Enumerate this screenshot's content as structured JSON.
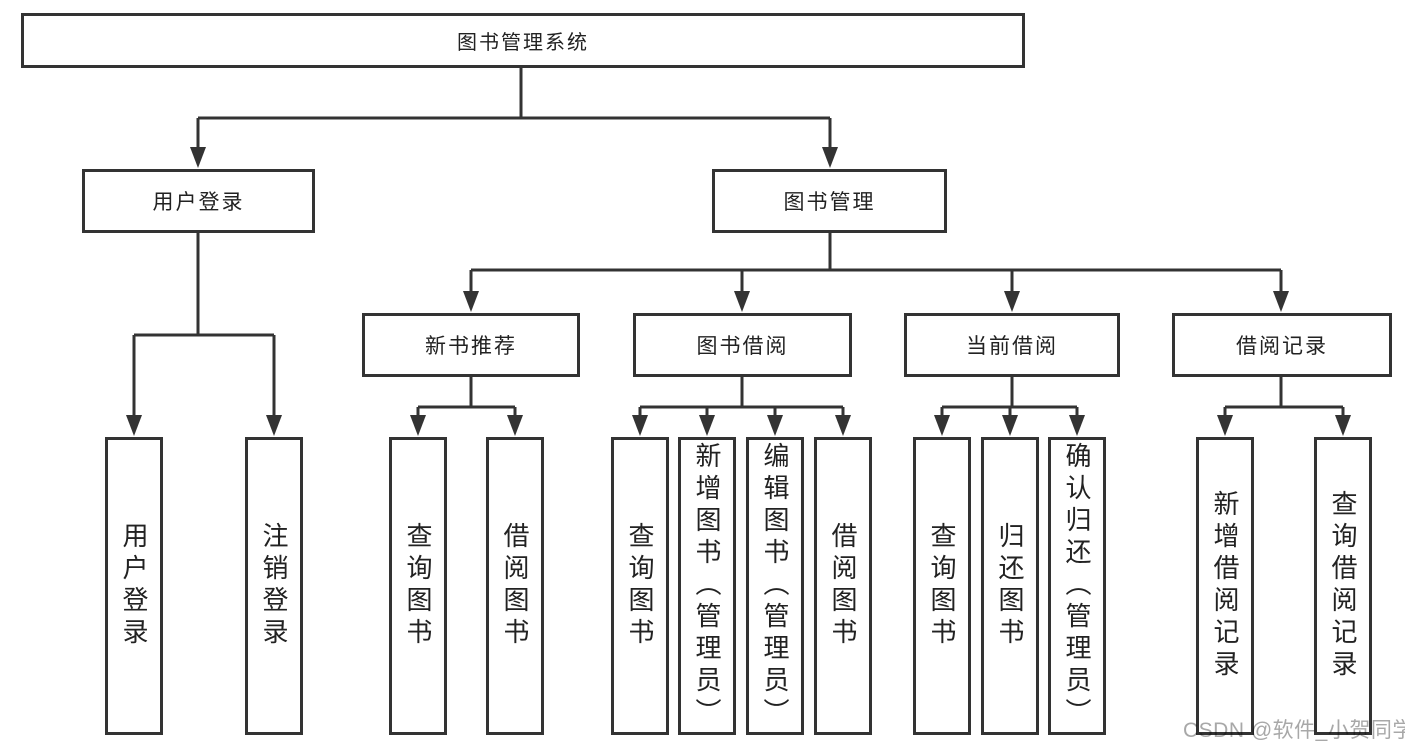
{
  "tree": {
    "root": {
      "label": "图书管理系统"
    },
    "branches": [
      {
        "label": "用户登录",
        "children": [
          {
            "label": "用户登录"
          },
          {
            "label": "注销登录"
          }
        ]
      },
      {
        "label": "图书管理",
        "children": [
          {
            "label": "新书推荐",
            "children": [
              {
                "label": "查询图书"
              },
              {
                "label": "借阅图书"
              }
            ]
          },
          {
            "label": "图书借阅",
            "children": [
              {
                "label": "查询图书"
              },
              {
                "label": "新增图书（管理员）"
              },
              {
                "label": "编辑图书（管理员）"
              },
              {
                "label": "借阅图书"
              }
            ]
          },
          {
            "label": "当前借阅",
            "children": [
              {
                "label": "查询图书"
              },
              {
                "label": "归还图书"
              },
              {
                "label": "确认归还（管理员）"
              }
            ]
          },
          {
            "label": "借阅记录",
            "children": [
              {
                "label": "新增借阅记录"
              },
              {
                "label": "查询借阅记录"
              }
            ]
          }
        ]
      }
    ]
  },
  "watermark": {
    "text": "CSDN @软件_小贺同学"
  },
  "colors": {
    "line": "#333333",
    "box_border": "#333333",
    "text": "#222222",
    "background": "#ffffff",
    "watermark": "#a8a8a8"
  }
}
